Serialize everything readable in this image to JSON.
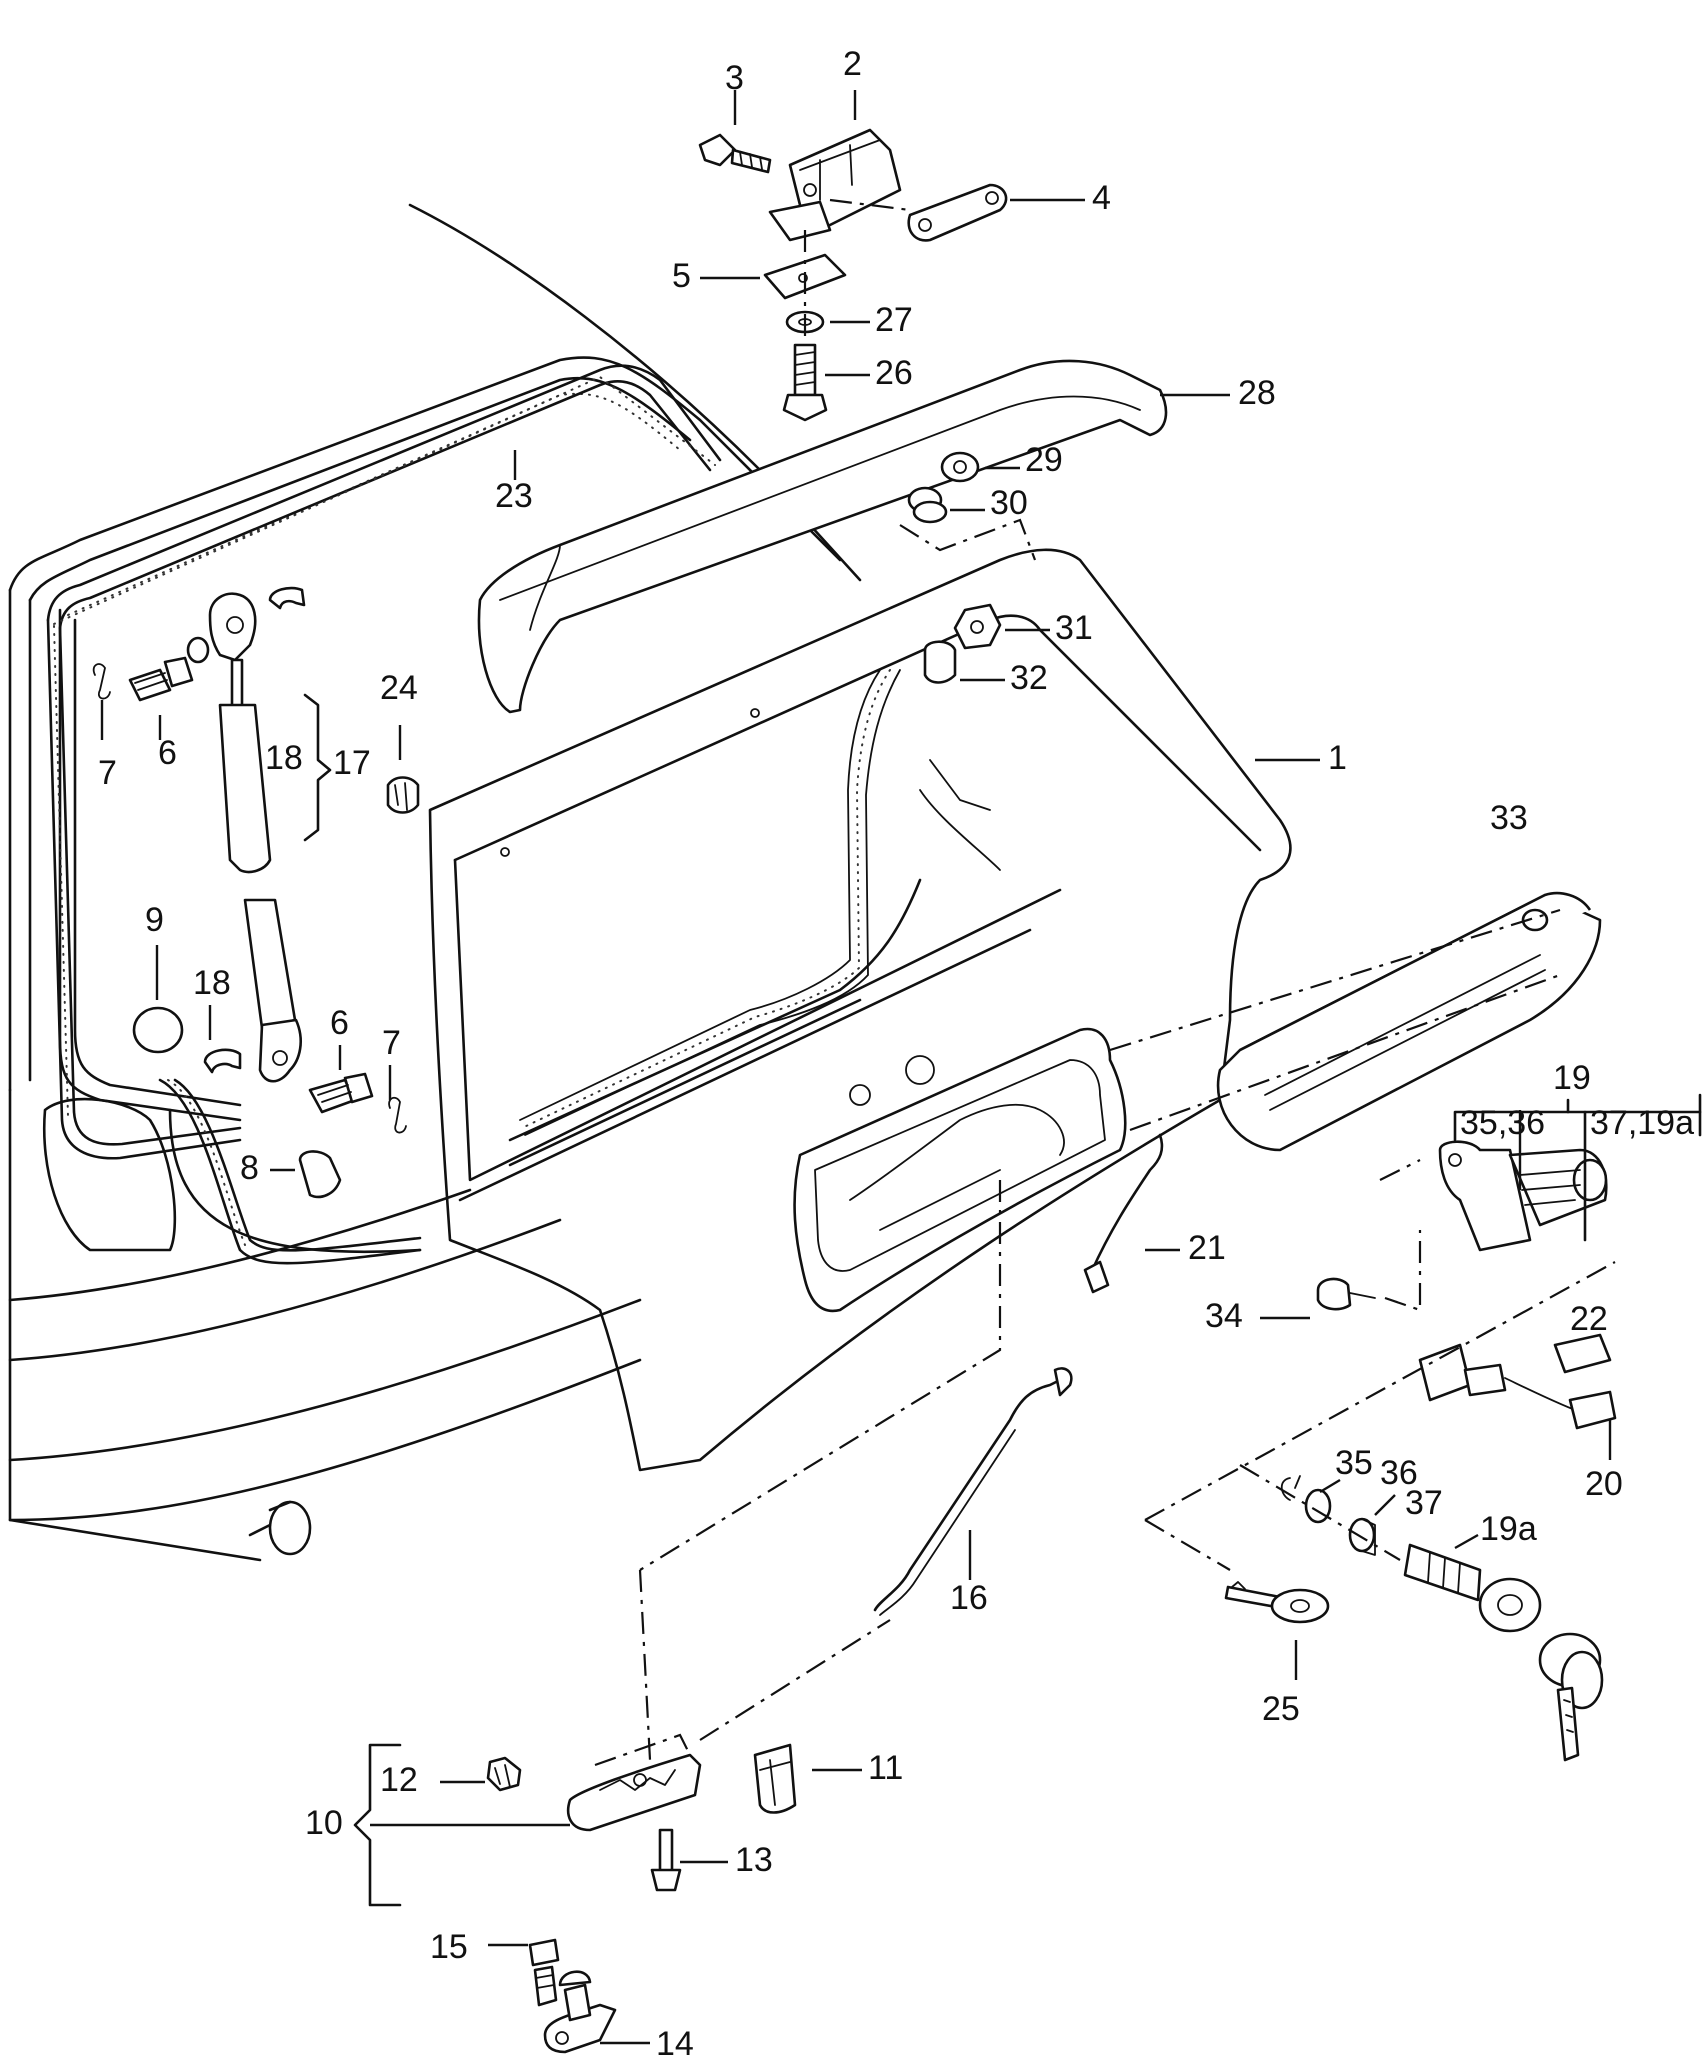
{
  "callouts": [
    {
      "id": "c1",
      "text": "1"
    },
    {
      "id": "c2",
      "text": "2"
    },
    {
      "id": "c3",
      "text": "3"
    },
    {
      "id": "c4",
      "text": "4"
    },
    {
      "id": "c5",
      "text": "5"
    },
    {
      "id": "c6a",
      "text": "6"
    },
    {
      "id": "c6b",
      "text": "6"
    },
    {
      "id": "c7a",
      "text": "7"
    },
    {
      "id": "c7b",
      "text": "7"
    },
    {
      "id": "c8",
      "text": "8"
    },
    {
      "id": "c9",
      "text": "9"
    },
    {
      "id": "c10",
      "text": "10"
    },
    {
      "id": "c11",
      "text": "11"
    },
    {
      "id": "c12",
      "text": "12"
    },
    {
      "id": "c13",
      "text": "13"
    },
    {
      "id": "c14",
      "text": "14"
    },
    {
      "id": "c15",
      "text": "15"
    },
    {
      "id": "c16",
      "text": "16"
    },
    {
      "id": "c17",
      "text": "17"
    },
    {
      "id": "c18a",
      "text": "18"
    },
    {
      "id": "c18b",
      "text": "18"
    },
    {
      "id": "c19",
      "text": "19"
    },
    {
      "id": "c19a",
      "text": "19a"
    },
    {
      "id": "c20",
      "text": "20"
    },
    {
      "id": "c21",
      "text": "21"
    },
    {
      "id": "c22",
      "text": "22"
    },
    {
      "id": "c23",
      "text": "23"
    },
    {
      "id": "c24",
      "text": "24"
    },
    {
      "id": "c25",
      "text": "25"
    },
    {
      "id": "c26",
      "text": "26"
    },
    {
      "id": "c27",
      "text": "27"
    },
    {
      "id": "c28",
      "text": "28"
    },
    {
      "id": "c29",
      "text": "29"
    },
    {
      "id": "c30",
      "text": "30"
    },
    {
      "id": "c31",
      "text": "31"
    },
    {
      "id": "c32",
      "text": "32"
    },
    {
      "id": "c33",
      "text": "33"
    },
    {
      "id": "c34",
      "text": "34"
    },
    {
      "id": "c35",
      "text": "35"
    },
    {
      "id": "c36",
      "text": "36"
    },
    {
      "id": "c37",
      "text": "37"
    },
    {
      "id": "c35-36",
      "text": "35,36"
    },
    {
      "id": "c37-19a",
      "text": "37,19a"
    }
  ]
}
